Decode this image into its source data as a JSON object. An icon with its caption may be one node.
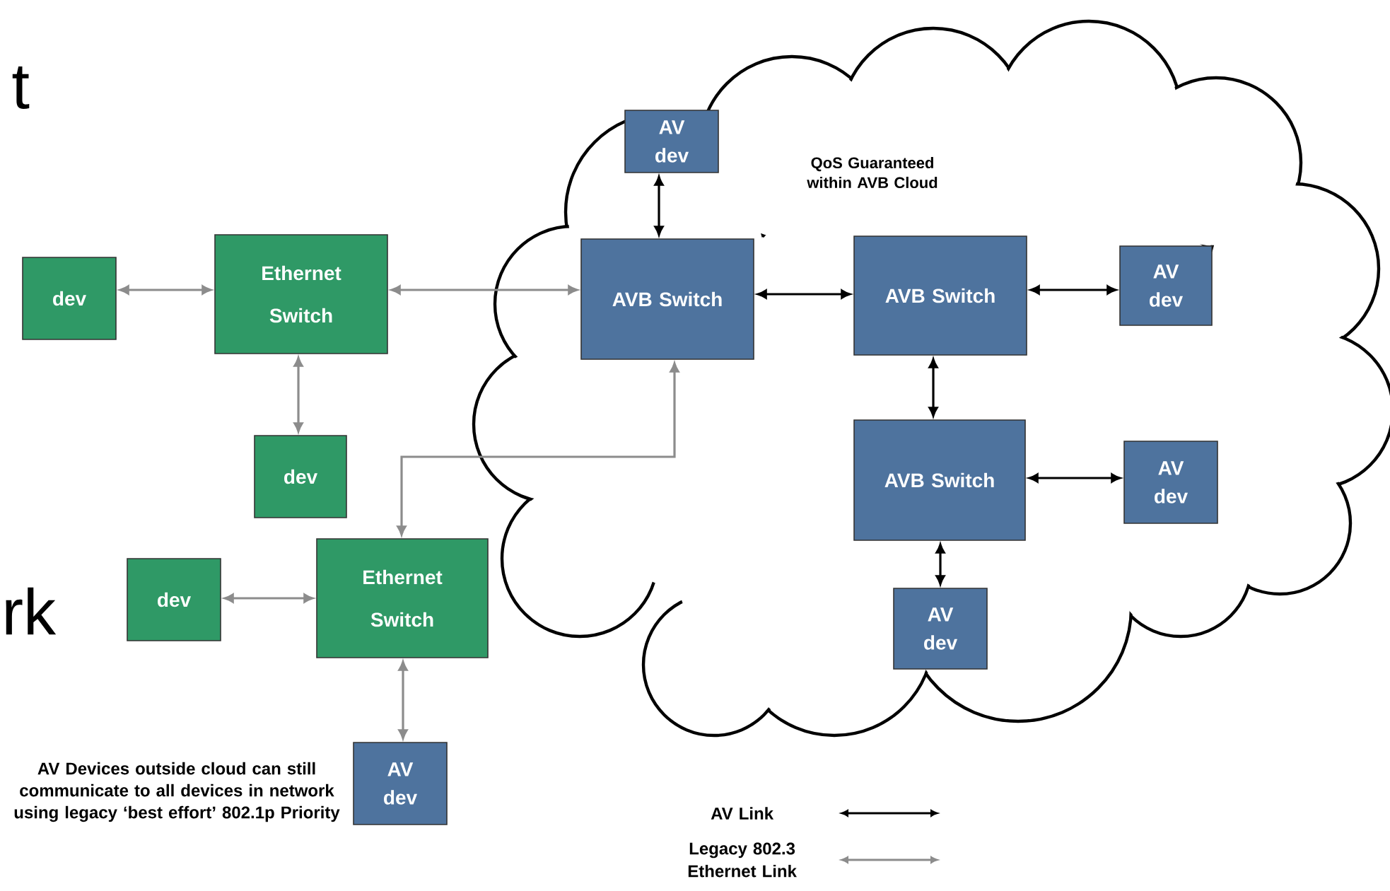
{
  "diagram": {
    "nodes": [
      {
        "text": [
          "QoS Guaranteed within AVB Cloud"
        ]
      },
      {
        "text": [
          "dev"
        ]
      },
      {
        "text": [
          "Ethernet Switch"
        ]
      },
      {
        "text": [
          "AV dev"
        ],
        "in": 0
      },
      {
        "text": [
          "AVB Switch"
        ],
        "in": 0
      },
      {
        "text": [
          "AVB Switch"
        ],
        "in": 0
      },
      {
        "text": [
          "AV dev"
        ],
        "in": 0
      },
      {
        "text": [
          "dev"
        ]
      },
      {
        "text": [
          "AVB Switch"
        ],
        "in": 0
      },
      {
        "text": [
          "AV dev"
        ],
        "in": 0
      },
      {
        "text": [
          "dev"
        ]
      },
      {
        "text": [
          "Ethernet Switch"
        ]
      },
      {
        "text": [
          "AV dev"
        ],
        "in": 0
      },
      {
        "text": [
          "AV dev"
        ]
      }
    ],
    "edges": [
      {
        "from": 1,
        "to": 2,
        "arrow": "both",
        "color": "#8c8c8c"
      },
      {
        "from": 2,
        "to": 4,
        "arrow": "both",
        "color": "#8c8c8c"
      },
      {
        "from": 2,
        "to": 7,
        "arrow": "both",
        "color": "#8c8c8c"
      },
      {
        "from": 11,
        "to": 4,
        "arrow": "both",
        "color": "#8c8c8c"
      },
      {
        "from": 10,
        "to": 11,
        "arrow": "both",
        "color": "#8c8c8c"
      },
      {
        "from": 11,
        "to": 13,
        "arrow": "both",
        "color": "#8c8c8c"
      },
      {
        "from": 3,
        "to": 4,
        "arrow": "both",
        "color": "#000000"
      },
      {
        "from": 4,
        "to": 5,
        "arrow": "both",
        "color": "#000000"
      },
      {
        "from": 5,
        "to": 6,
        "arrow": "both",
        "color": "#000000"
      },
      {
        "from": 5,
        "to": 8,
        "arrow": "both",
        "color": "#000000"
      },
      {
        "from": 8,
        "to": 9,
        "arrow": "both",
        "color": "#000000"
      },
      {
        "from": 8,
        "to": 12,
        "arrow": "both",
        "color": "#000000"
      }
    ],
    "labels": [
      "t",
      "rk",
      "AV Devices outside cloud can still communicate to all devices in network using legacy ‘best effort’ 802.1p Priority"
    ],
    "legend": [
      {
        "text": "AV Link"
      },
      {
        "text": "Legacy 802.3 Ethernet Link"
      }
    ]
  }
}
